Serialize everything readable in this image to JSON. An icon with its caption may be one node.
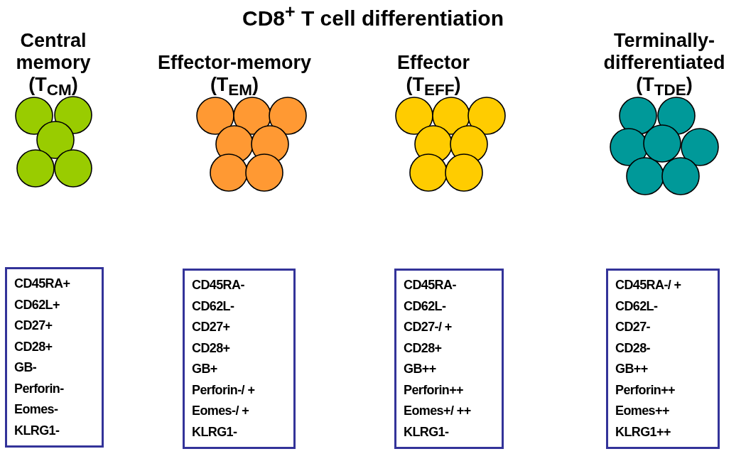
{
  "diagram": {
    "title": "CD8$^{+}$ T cell differentiation",
    "nodes": [
      {
        "text": [
          "CD45RA+",
          "CD62L+",
          "CD27+",
          "CD28+",
          "GB-",
          "Perforin-",
          "Eomes-",
          "KLRG1-"
        ]
      },
      {
        "text": [
          "CD45RA-",
          "CD62L-",
          "CD27+",
          "CD28+",
          "GB+",
          "Perforin-/ +",
          "Eomes-/ +",
          "KLRG1-"
        ]
      },
      {
        "text": [
          "CD45RA-",
          "CD62L-",
          "CD27-/ +",
          "CD28+",
          "GB++",
          "Perforin++",
          "Eomes+/ ++",
          "KLRG1-"
        ]
      },
      {
        "text": [
          "CD45RA-/ +",
          "CD62L-",
          "CD27-",
          "CD28-",
          "GB++",
          "Perforin++",
          "Eomes++",
          "KLRG1++"
        ]
      }
    ],
    "edges": [],
    "labels": [
      "Central memory (T$_{CM}$)",
      "Effector-memory (T$_{EM}$)",
      "Effector (T$_{EFF}$)",
      "Terminally-differentiated (T$_{TDE}$)"
    ]
  }
}
